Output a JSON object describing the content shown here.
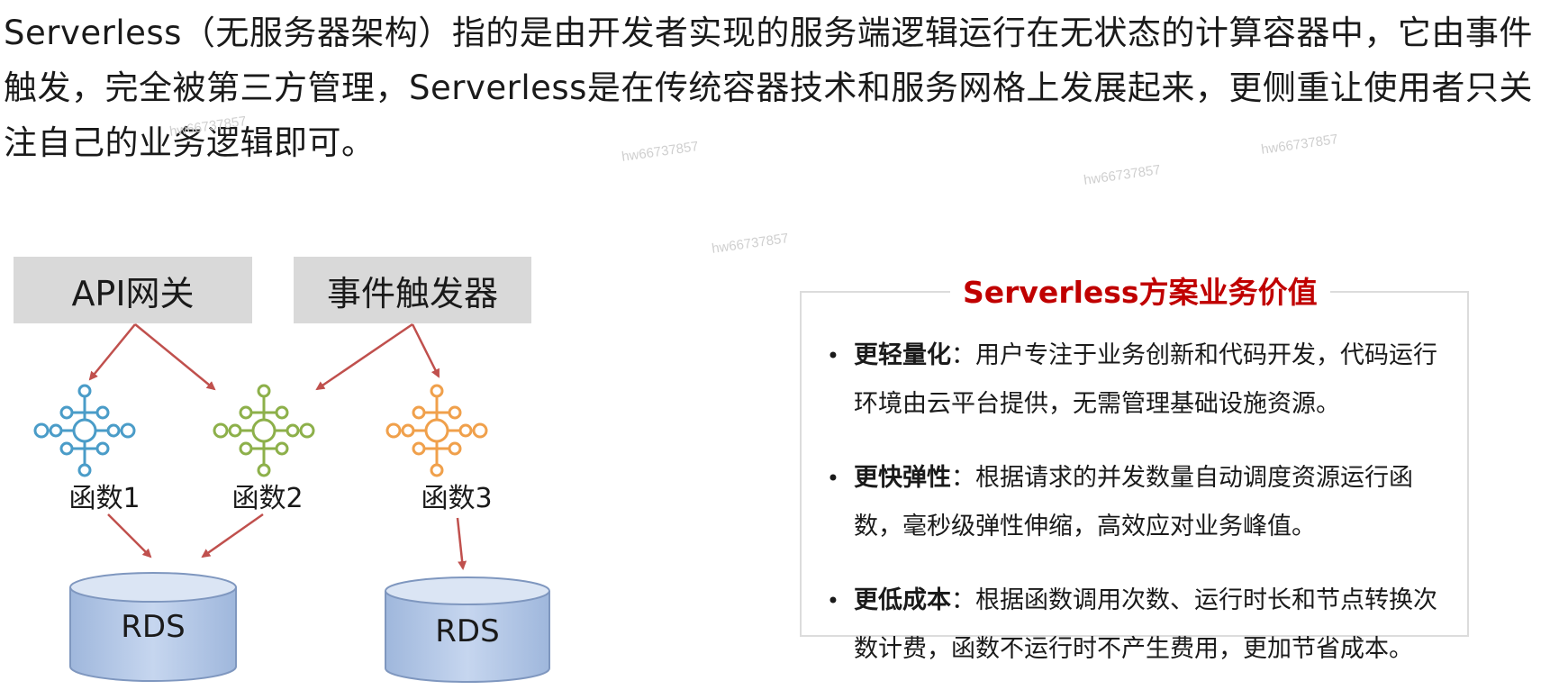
{
  "intro": "Serverless（无服务器架构）指的是由开发者实现的服务端逻辑运行在无状态的计算容器中，它由事件触发，完全被第三方管理，Serverless是在传统容器技术和服务网格上发展起来，更侧重让使用者只关注自己的业务逻辑即可。",
  "watermark": "hw66737857",
  "diagram": {
    "sources": [
      {
        "label": "API网关"
      },
      {
        "label": "事件触发器"
      }
    ],
    "functions": [
      {
        "label": "函数1",
        "color": "#4a9cc8"
      },
      {
        "label": "函数2",
        "color": "#8db04a"
      },
      {
        "label": "函数3",
        "color": "#f0a04b"
      }
    ],
    "databases": [
      {
        "label": "RDS"
      },
      {
        "label": "RDS"
      }
    ],
    "arrow_color": "#c0504d"
  },
  "value_panel": {
    "title": "Serverless方案业务价值",
    "title_color": "#c00000",
    "items": [
      {
        "term": "更轻量化",
        "text": "：用户专注于业务创新和代码开发，代码运行环境由云平台提供，无需管理基础设施资源。"
      },
      {
        "term": "更快弹性",
        "text": "：根据请求的并发数量自动调度资源运行函数，毫秒级弹性伸缩，高效应对业务峰值。"
      },
      {
        "term": "更低成本",
        "text": "：根据函数调用次数、运行时长和节点转换次数计费，函数不运行时不产生费用，更加节省成本。"
      }
    ]
  }
}
